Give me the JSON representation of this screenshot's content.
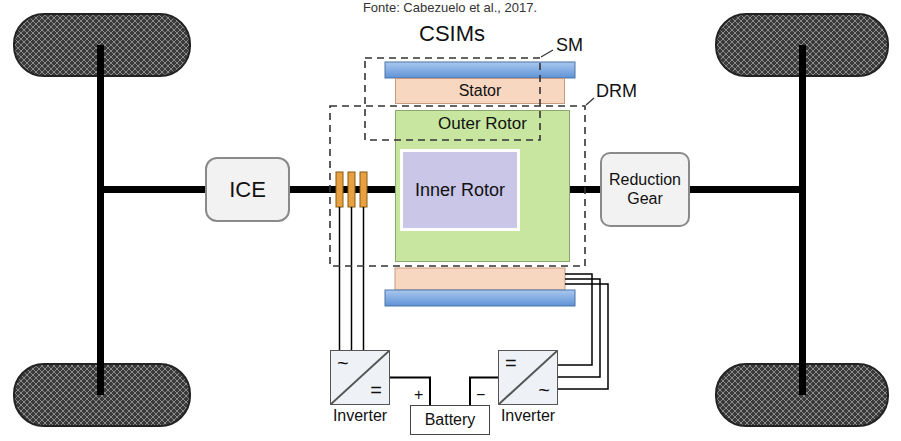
{
  "diagram": {
    "title": "CSIMs",
    "caption": "Fonte: Cabezuelo et al., 2017.",
    "nodes": [
      {
        "text": [
          "ICE"
        ]
      },
      {
        "text": [
          "Stator"
        ]
      },
      {
        "text": [
          "Outer Rotor"
        ]
      },
      {
        "text": [
          "Inner Rotor"
        ],
        "in": 2
      },
      {
        "text": [
          "Reduction Gear"
        ]
      },
      {
        "text": [
          "~",
          "=",
          "Inverter"
        ]
      },
      {
        "text": [
          "=",
          "~",
          "Inverter"
        ]
      },
      {
        "text": [
          "Battery"
        ]
      }
    ],
    "edges": [
      {
        "from": 0,
        "to": 3,
        "arrow": "none"
      },
      {
        "from": 2,
        "to": 4,
        "arrow": "none"
      },
      {
        "from": 7,
        "to": 5,
        "arrow": "none"
      },
      {
        "from": 7,
        "to": 6,
        "arrow": "none"
      }
    ],
    "labels": [
      "SM",
      "DRM",
      "+",
      "−"
    ]
  }
}
